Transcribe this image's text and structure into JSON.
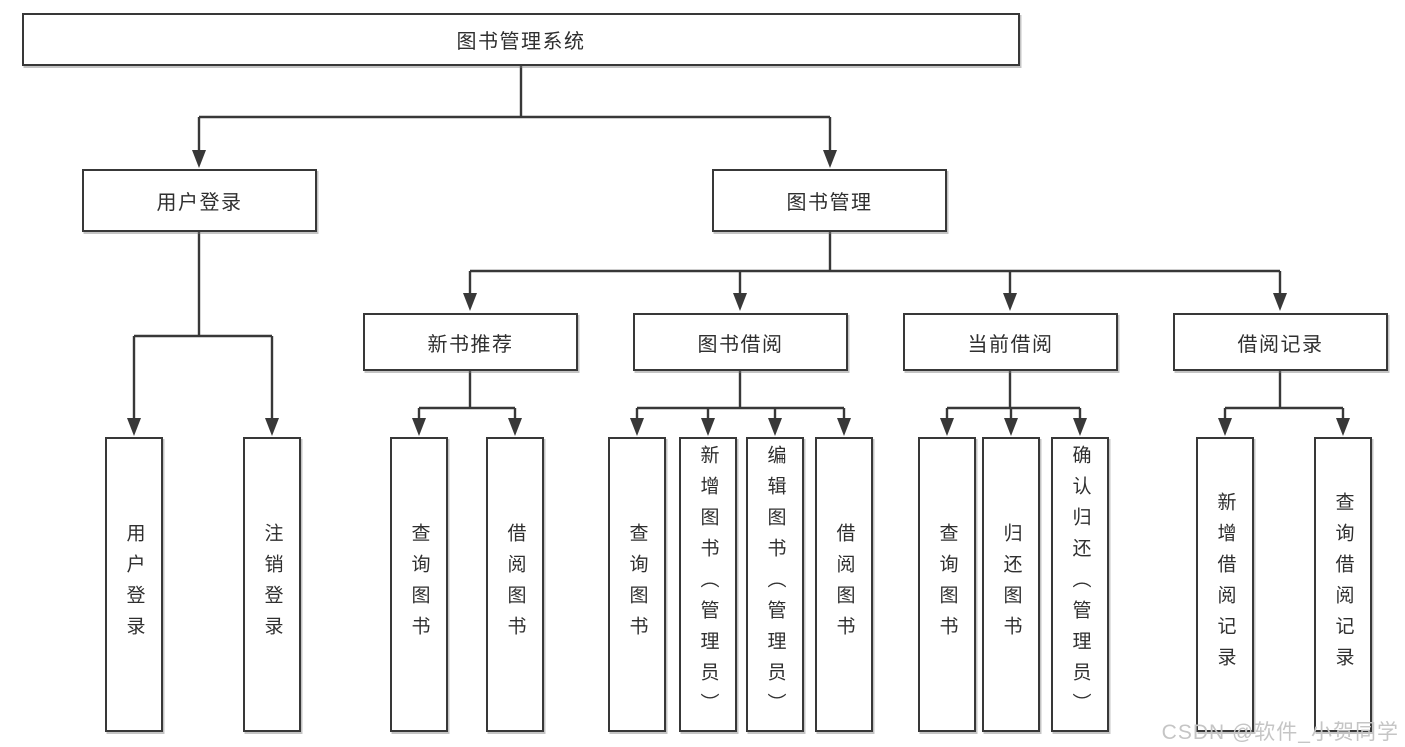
{
  "diagram": {
    "title": "图书管理系统",
    "type": "tree",
    "nodes": {
      "root": "图书管理系统",
      "user_login": "用户登录",
      "book_mgmt": "图书管理",
      "new_book_rec": "新书推荐",
      "book_borrow": "图书借阅",
      "current_borrow": "当前借阅",
      "borrow_records": "借阅记录",
      "leaf_user_login": "用户登录",
      "leaf_logout": "注销登录",
      "nb_query": "查询图书",
      "nb_borrow": "借阅图书",
      "bb_query": "查询图书",
      "bb_add": "新增图书（管理员）",
      "bb_edit": "编辑图书（管理员）",
      "bb_borrow": "借阅图书",
      "cb_query": "查询图书",
      "cb_return": "归还图书",
      "cb_confirm": "确认归还（管理员）",
      "br_add": "新增借阅记录",
      "br_query": "查询借阅记录"
    },
    "edges": [
      [
        "图书管理系统",
        "用户登录"
      ],
      [
        "图书管理系统",
        "图书管理"
      ],
      [
        "用户登录",
        "用户登录"
      ],
      [
        "用户登录",
        "注销登录"
      ],
      [
        "图书管理",
        "新书推荐"
      ],
      [
        "图书管理",
        "图书借阅"
      ],
      [
        "图书管理",
        "当前借阅"
      ],
      [
        "图书管理",
        "借阅记录"
      ],
      [
        "新书推荐",
        "查询图书"
      ],
      [
        "新书推荐",
        "借阅图书"
      ],
      [
        "图书借阅",
        "查询图书"
      ],
      [
        "图书借阅",
        "新增图书（管理员）"
      ],
      [
        "图书借阅",
        "编辑图书（管理员）"
      ],
      [
        "图书借阅",
        "借阅图书"
      ],
      [
        "当前借阅",
        "查询图书"
      ],
      [
        "当前借阅",
        "归还图书"
      ],
      [
        "当前借阅",
        "确认归还（管理员）"
      ],
      [
        "借阅记录",
        "新增借阅记录"
      ],
      [
        "借阅记录",
        "查询借阅记录"
      ]
    ],
    "colors": {
      "line": "#383838",
      "text": "#2f2f2f",
      "background": "#ffffff",
      "watermark": "#c5c5c5"
    }
  },
  "watermark": {
    "text": "CSDN @软件_小贺同学"
  }
}
